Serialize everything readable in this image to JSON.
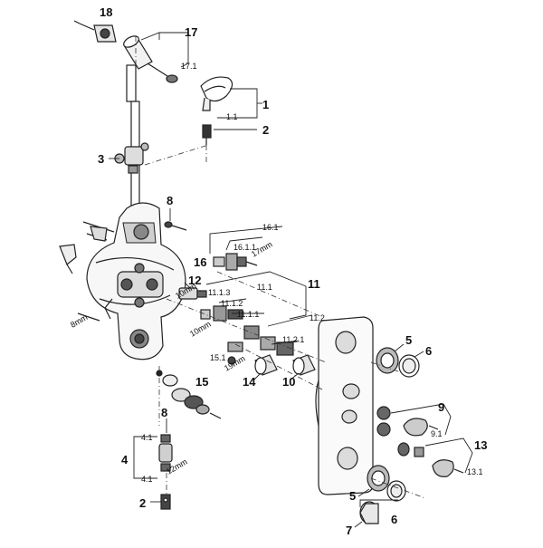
{
  "diagram": {
    "callouts": {
      "c18": "18",
      "c17": "17",
      "c17_1": "17.1",
      "c1": "1",
      "c1_1": "1.1",
      "c2a": "2",
      "c3": "3",
      "c8a": "8",
      "c16_1": "16.1",
      "c16_1_1": "16.1.1",
      "c16": "16",
      "c12": "12",
      "c11": "11",
      "c11_1": "11.1",
      "c11_1_3": "11.1.3",
      "c11_1_2": "11.1.2",
      "c11_1_1": "11.1.1",
      "c11_2": "11.2",
      "c11_2_1": "11.2.1",
      "c15_1": "15.1",
      "c14": "14",
      "c10": "10",
      "c15": "15",
      "c8b": "8",
      "c4_1a": "4.1",
      "c4": "4",
      "c4_1b": "4.1",
      "c2b": "2",
      "c5a": "5",
      "c6a": "6",
      "c9": "9",
      "c9_1": "9.1",
      "c13": "13",
      "c13_1": "13.1",
      "c5b": "5",
      "c6b": "6",
      "c7": "7"
    },
    "dims": {
      "d17mm": "17mm",
      "d10mm_a": "10mm",
      "d10mm_b": "10mm",
      "d19mm": "19mm",
      "d12mm": "12mm",
      "d8mm": "8mm"
    }
  },
  "colors": {
    "line": "#222222",
    "fill": "#ffffff",
    "shade": "#bdbdbd",
    "dark": "#555555"
  }
}
